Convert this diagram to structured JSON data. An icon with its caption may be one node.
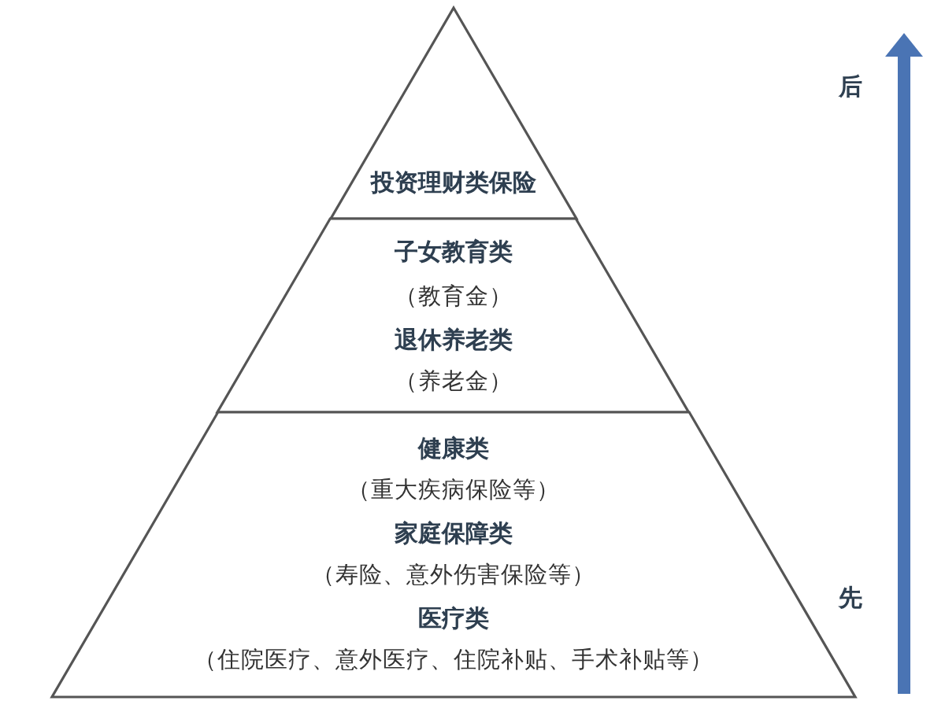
{
  "diagram": {
    "nodes": [
      {
        "text": [
          "投资理财类保险"
        ]
      },
      {
        "text": [
          "子女教育类",
          "（教育金）",
          "退休养老类",
          "（养老金）"
        ]
      },
      {
        "text": [
          "健康类",
          "（重大疾病保险等）",
          "家庭保障类",
          "（寿险、意外伤害保险等）",
          "医疗类",
          "（住院医疗、意外医疗、住院补贴、手术补贴等）"
        ]
      }
    ],
    "labels": [
      "后",
      "先"
    ]
  }
}
